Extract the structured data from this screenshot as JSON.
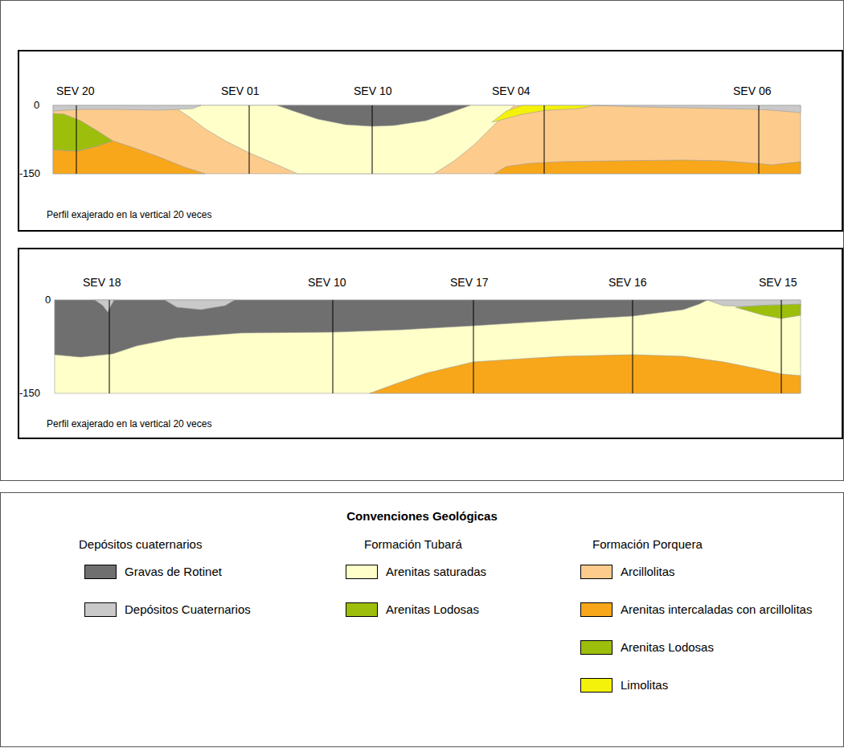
{
  "diagram": {
    "nodes": [
      {
        "text": [
          "Perfil exajerado en la vertical 20 veces"
        ]
      },
      {
        "text": [
          "Perfil exajerado en la vertical 20 veces"
        ]
      },
      {
        "text": [
          "Convenciones Geológicas"
        ]
      }
    ],
    "labels": [
      "SEV 20",
      "SEV 01",
      "SEV 10",
      "SEV 04",
      "SEV 06",
      "0",
      "-150",
      "SEV 18",
      "SEV 10",
      "SEV 17",
      "SEV 16",
      "SEV 15",
      "0",
      "-150",
      "Depósitos cuaternarios",
      "Formación Tubará",
      "Formación Porquera"
    ],
    "legend": [
      {
        "text": "Gravas de Rotinet",
        "color": "#6f6f6f"
      },
      {
        "text": "Depósitos Cuaternarios",
        "color": "#c9c9c9"
      },
      {
        "text": "Arenitas saturadas",
        "color": "#ffffc9"
      },
      {
        "text": "Arenitas Lodosas",
        "color": "#9dbf0c"
      },
      {
        "text": "Arcillolitas",
        "color": "#fdcb8c"
      },
      {
        "text": "Arenitas intercaladas con arcillolitas",
        "color": "#f8a71a"
      },
      {
        "text": "Arenitas Lodosas",
        "color": "#9dbf0c"
      },
      {
        "text": "Limolitas",
        "color": "#f4f20a"
      }
    ]
  }
}
